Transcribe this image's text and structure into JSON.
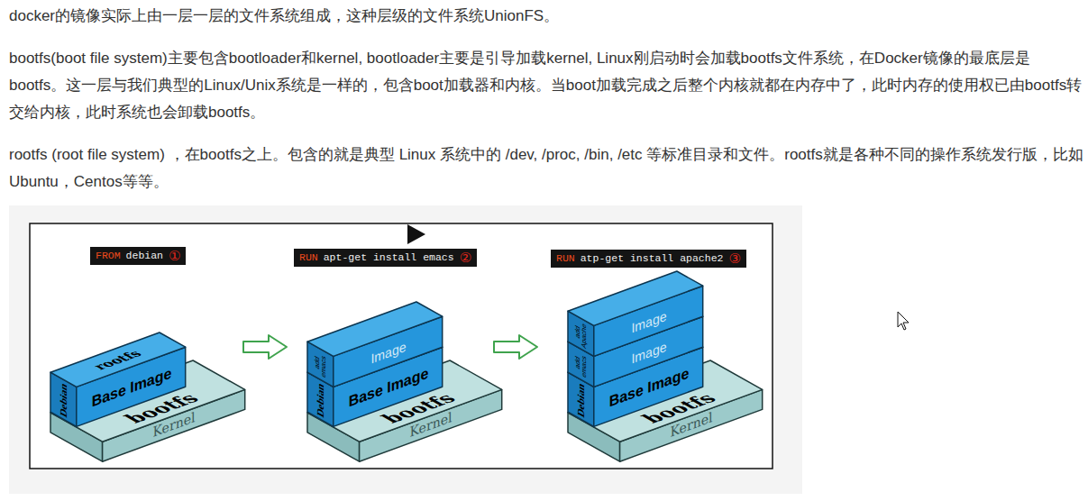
{
  "diagram": {
    "nodes": [
      {
        "text": [
          "FROM",
          "debian",
          "①"
        ]
      },
      {
        "text": [
          "RUN",
          "apt-get install emacs",
          "②"
        ]
      },
      {
        "text": [
          "RUN",
          "atp-get install apache2",
          "③"
        ]
      },
      {
        "text": [
          "rootfs",
          "Debian",
          "Base Image"
        ]
      },
      {
        "text": [
          "bootfs",
          "Kernel"
        ]
      },
      {
        "text": [
          "add emacs",
          "Image"
        ]
      },
      {
        "text": [
          "Debian",
          "Base Image"
        ]
      },
      {
        "text": [
          "bootfs",
          "Kernel"
        ]
      },
      {
        "text": [
          "add Apache",
          "Image"
        ]
      },
      {
        "text": [
          "add emacs",
          "Image"
        ]
      },
      {
        "text": [
          "Debian",
          "Base Image"
        ]
      },
      {
        "text": [
          "bootfs",
          "Kernel"
        ]
      }
    ],
    "labels": [
      "docker的镜像实际上由一层一层的文件系统组成，这种层级的文件系统UnionFS。",
      "bootfs(boot file system)主要包含bootloader和kernel, bootloader主要是引导加载kernel, Linux刚启动时会加载bootfs文件系统，在Docker镜像的最底层是bootfs。这一层与我们典型的Linux/Unix系统是一样的，包含boot加载器和内核。当boot加载完成之后整个内核就都在内存中了，此时内存的使用权已由bootfs转交给内核，此时系统也会卸载bootfs。",
      "rootfs (root file system) ，在bootfs之上。包含的就是典型 Linux 系统中的 /dev, /proc, /bin, /etc 等标准目录和文件。rootfs就是各种不同的操作系统发行版，比如Ubuntu，Centos等等。"
    ]
  }
}
